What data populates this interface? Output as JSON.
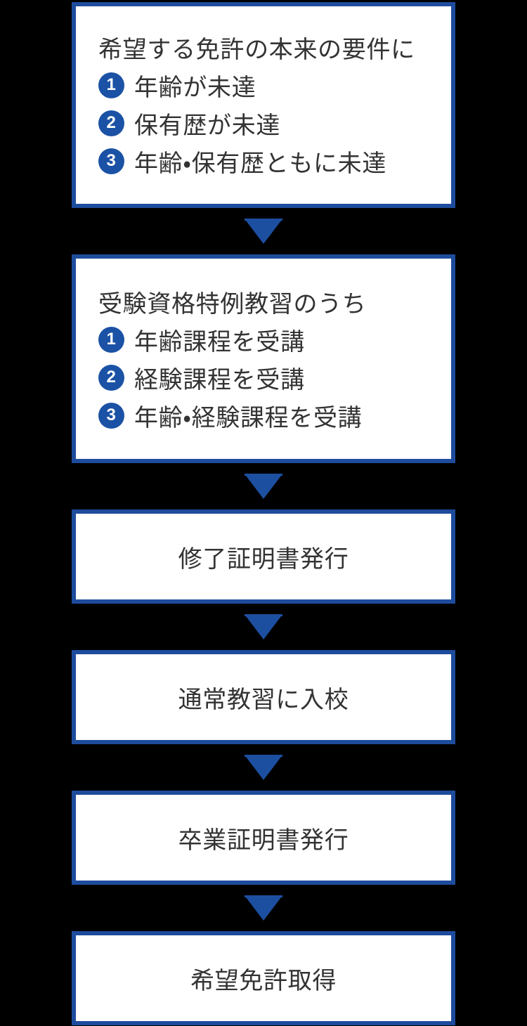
{
  "page": {
    "background_color": "#000000",
    "box_background_color": "#ffffff",
    "box_border_color": "#1e4c9d",
    "arrow_color": "#1d4fa0",
    "badge_color": "#1b52a5",
    "text_color": "#333333"
  },
  "flow": {
    "steps": [
      {
        "type": "list",
        "heading": "希望する免許の本来の要件に",
        "items": [
          {
            "num": "1",
            "label": "年齢が未達"
          },
          {
            "num": "2",
            "label": "保有歴が未達"
          },
          {
            "num": "3",
            "label": "年齢・保有歴ともに未達"
          }
        ]
      },
      {
        "type": "list",
        "heading": "受験資格特例教習のうち",
        "items": [
          {
            "num": "1",
            "label": "年齢課程を受講"
          },
          {
            "num": "2",
            "label": "経験課程を受講"
          },
          {
            "num": "3",
            "label": "年齢・経験課程を受講"
          }
        ]
      },
      {
        "type": "simple",
        "label": "修了証明書発行"
      },
      {
        "type": "simple",
        "label": "通常教習に入校"
      },
      {
        "type": "simple",
        "label": "卒業証明書発行"
      },
      {
        "type": "simple",
        "label": "希望免許取得"
      }
    ]
  }
}
